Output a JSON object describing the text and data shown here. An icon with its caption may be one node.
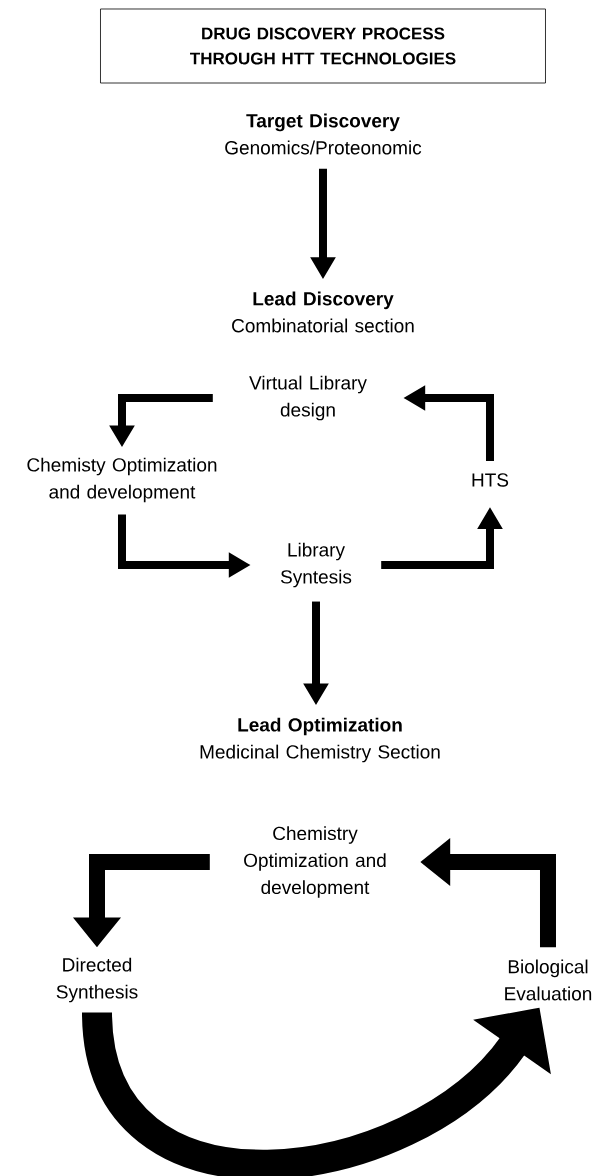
{
  "diagram": {
    "title": "DRUG DISCOVERY PROCESS THROUGH HTT TECHNOLOGIES",
    "nodes": [
      {
        "text": [
          "Target Discovery",
          "Genomics/Proteonomic"
        ]
      },
      {
        "text": [
          "Lead Discovery",
          "Combinatorial section"
        ]
      },
      {
        "text": [
          "Virtual Library design"
        ]
      },
      {
        "text": [
          "Chemisty Optimization and development"
        ]
      },
      {
        "text": [
          "HTS"
        ]
      },
      {
        "text": [
          "Library Syntesis"
        ]
      },
      {
        "text": [
          "Lead Optimization",
          "Medicinal Chemistry Section"
        ]
      },
      {
        "text": [
          "Chemistry Optimization and development"
        ]
      },
      {
        "text": [
          "Directed Synthesis"
        ]
      },
      {
        "text": [
          "Biological Evaluation"
        ]
      }
    ],
    "edges": [
      {
        "from": 0,
        "to": 1,
        "arrow": "to"
      },
      {
        "from": 2,
        "to": 3,
        "arrow": "to"
      },
      {
        "from": 3,
        "to": 5,
        "arrow": "to"
      },
      {
        "from": 5,
        "to": 4,
        "arrow": "to"
      },
      {
        "from": 4,
        "to": 2,
        "arrow": "to"
      },
      {
        "from": 5,
        "to": 6,
        "arrow": "to"
      },
      {
        "from": 7,
        "to": 8,
        "arrow": "to",
        "style": "thick"
      },
      {
        "from": 9,
        "to": 7,
        "arrow": "to",
        "style": "thick"
      },
      {
        "from": 8,
        "to": 9,
        "arrow": "to",
        "style": "thick"
      }
    ]
  }
}
